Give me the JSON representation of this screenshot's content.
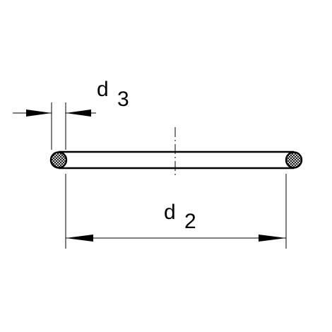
{
  "drawing": {
    "subject": "o-ring",
    "labels": {
      "d3_letter": "d",
      "d3_index": "3",
      "d2_letter": "d",
      "d2_index": "2"
    },
    "colors": {
      "ink": "#000000",
      "background": "#ffffff"
    }
  }
}
